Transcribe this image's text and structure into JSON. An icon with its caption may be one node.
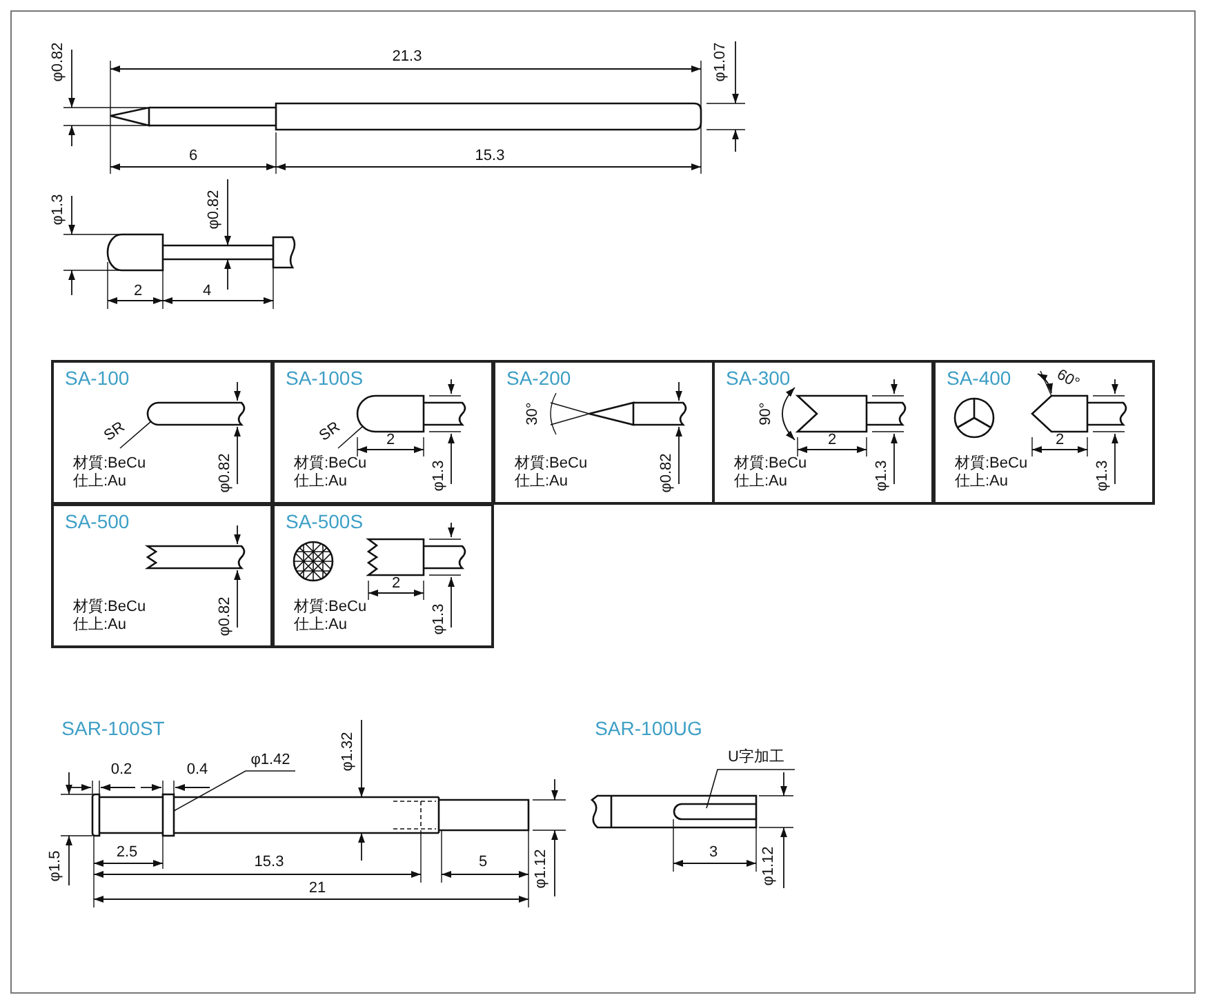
{
  "diagram": {
    "nodes": [
      {
        "text": [
          "SA-100",
          "材質:BeCu",
          "仕上:Au"
        ]
      },
      {
        "text": [
          "SR"
        ],
        "in": 0
      },
      {
        "text": [],
        "shape": "picture",
        "in": 0
      },
      {
        "text": [
          "SA-100S",
          "材質:BeCu",
          "仕上:Au"
        ]
      },
      {
        "text": [
          "SR"
        ],
        "in": 3
      },
      {
        "text": [],
        "shape": "picture",
        "in": 3
      },
      {
        "text": [
          "SA-200",
          "材質:BeCu",
          "仕上:Au"
        ]
      },
      {
        "text": [
          "SA-300",
          "材質:BeCu",
          "仕上:Au"
        ]
      },
      {
        "text": [
          "SA-400",
          "材質:BeCu",
          "仕上:Au"
        ]
      },
      {
        "text": [
          "SA-500",
          "材質:BeCu",
          "仕上:Au"
        ]
      },
      {
        "text": [
          "SA-500S",
          "材質:BeCu",
          "仕上:Au"
        ]
      },
      {
        "text": [
          "φ1.42"
        ]
      },
      {
        "text": [],
        "shape": "box"
      },
      {
        "text": [
          "U字加工"
        ]
      },
      {
        "text": [],
        "shape": "picture"
      }
    ],
    "edges": [
      {
        "from": 1,
        "to": 2,
        "arrow": "none"
      },
      {
        "from": 4,
        "to": 5,
        "arrow": "none"
      },
      {
        "from": 11,
        "to": 12,
        "arrow": "none"
      },
      {
        "from": 13,
        "to": 14,
        "arrow": "none"
      }
    ],
    "labels": [
      "φ0.82",
      "21.3",
      "φ1.07",
      "6",
      "15.3",
      "φ1.3",
      "φ0.82",
      "2",
      "4",
      "φ0.82",
      "2",
      "φ1.3",
      "30°",
      "φ0.82",
      "90°",
      "2",
      "φ1.3",
      "60°",
      "2",
      "φ1.3",
      "φ0.82",
      "2",
      "φ1.3",
      "SAR-100ST",
      "0.2",
      "0.4",
      "φ1.32",
      "φ1.5",
      "2.5",
      "15.3",
      "5",
      "21",
      "φ1.12",
      "SAR-100UG",
      "3",
      "φ1.12"
    ]
  }
}
